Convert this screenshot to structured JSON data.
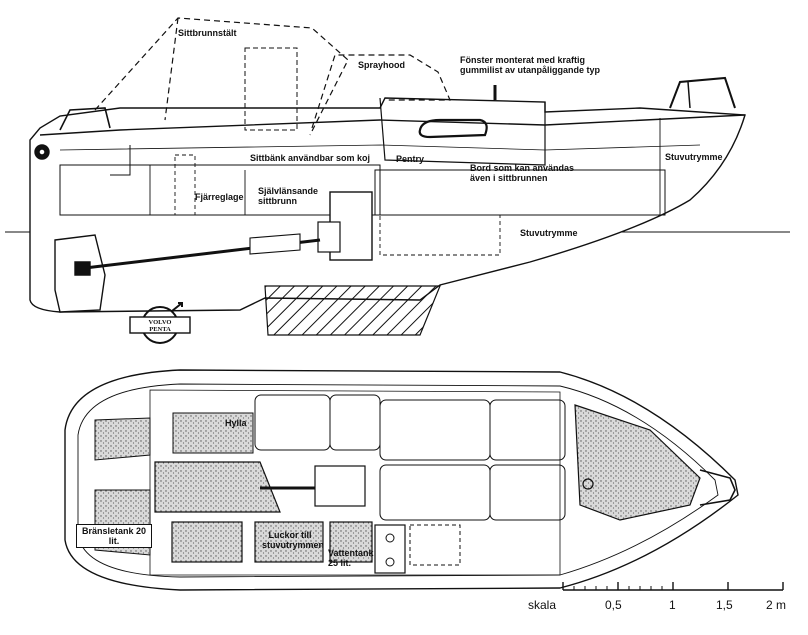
{
  "side_view": {
    "labels": {
      "sittbrunnstalt": "Sittbrunnstält",
      "sprayhood": "Sprayhood",
      "fonster": "Fönster monterat med kraftig gummilist av utanpåliggande typ",
      "sittbank": "Sittbänk användbar som koj",
      "pentry": "Pentry",
      "bord": "Bord som kan användas även i sittbrunnen",
      "fjarreglage": "Fjärreglage",
      "sjalvlansande": "Självlänsande sittbrunn",
      "stuvutrymme_bow": "Stuvutrymme",
      "stuvutrymme_low": "Stuvutrymme"
    },
    "logo_text": "VOLVO PENTA"
  },
  "plan_view": {
    "labels": {
      "hylla": "Hylla",
      "bransletank": "Bränsletank 20 lit.",
      "luckor": "Luckor till stuvutrymmen",
      "vattentank": "Vattentank 25 lit."
    }
  },
  "scale_bar": {
    "title": "skala",
    "ticks": [
      "0,5",
      "1",
      "1,5",
      "2 m"
    ]
  }
}
